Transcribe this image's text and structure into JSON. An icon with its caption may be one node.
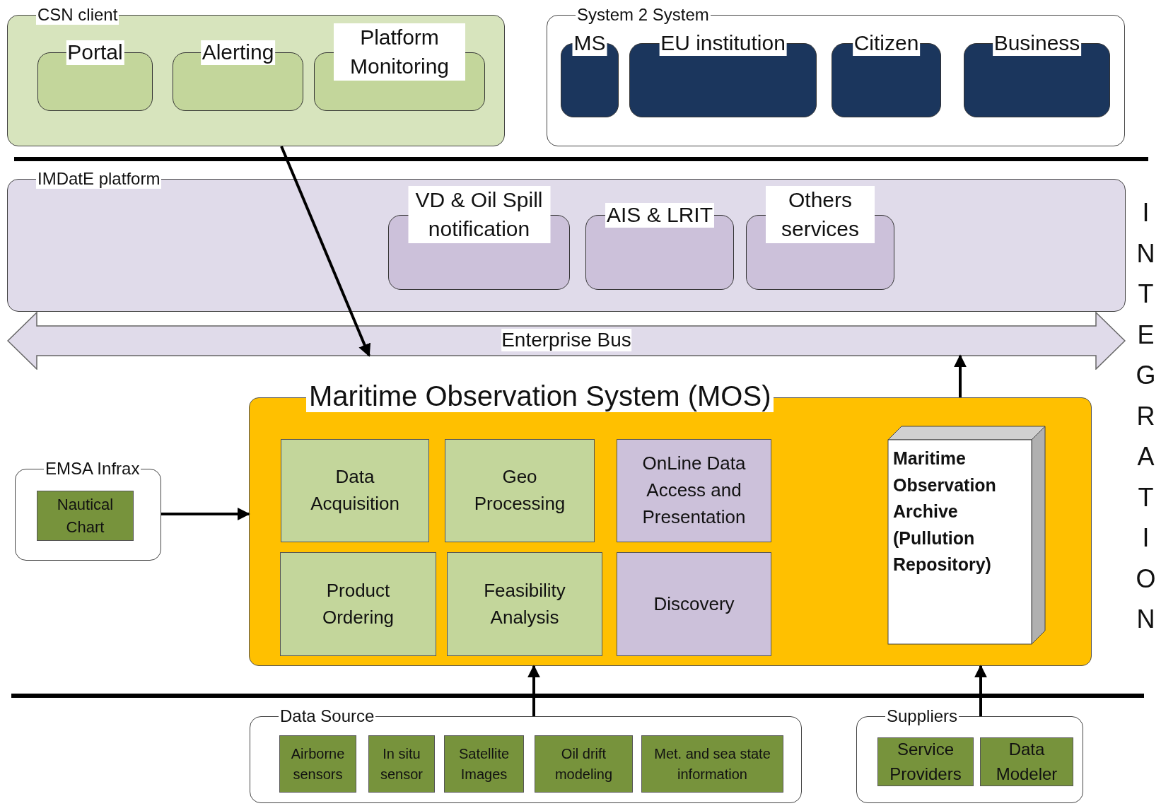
{
  "diagram": {
    "nodes": [
      {
        "text": [
          "CSN client"
        ]
      },
      {
        "text": [
          "Portal"
        ],
        "in": 0
      },
      {
        "text": [
          "Alerting"
        ],
        "in": 0
      },
      {
        "text": [
          "Platform Monitoring"
        ],
        "in": 0
      },
      {
        "text": [
          "System 2 System"
        ]
      },
      {
        "text": [
          "MS"
        ],
        "in": 4
      },
      {
        "text": [
          "EU institution"
        ],
        "in": 4
      },
      {
        "text": [
          "Citizen"
        ],
        "in": 4
      },
      {
        "text": [
          "Business"
        ],
        "in": 4
      },
      {
        "text": [
          "IMDatE platform"
        ]
      },
      {
        "text": [
          "VD & Oil Spill notification"
        ],
        "in": 9
      },
      {
        "text": [
          "AIS & LRIT"
        ],
        "in": 9
      },
      {
        "text": [
          "Others services"
        ],
        "in": 9
      },
      {
        "text": [
          "Enterprise Bus"
        ]
      },
      {
        "text": [
          "Maritime Observation System (MOS)"
        ]
      },
      {
        "text": [
          "Data Acquisition"
        ],
        "in": 14
      },
      {
        "text": [
          "Geo Processing"
        ],
        "in": 14
      },
      {
        "text": [
          "OnLine Data Access and Presentation"
        ],
        "in": 14
      },
      {
        "text": [
          "Product Ordering"
        ],
        "in": 14
      },
      {
        "text": [
          "Feasibility Analysis"
        ],
        "in": 14
      },
      {
        "text": [
          "Discovery"
        ],
        "in": 14
      },
      {
        "text": [
          "Maritime Observation Archive (Pullution Repository)"
        ],
        "in": 14
      },
      {
        "text": [
          "EMSA Infrax"
        ]
      },
      {
        "text": [
          "Nautical Chart"
        ],
        "in": 22
      },
      {
        "text": [
          "Data Source"
        ]
      },
      {
        "text": [
          "Airborne sensors"
        ],
        "in": 24
      },
      {
        "text": [
          "In situ sensor"
        ],
        "in": 24
      },
      {
        "text": [
          "Satellite Images"
        ],
        "in": 24
      },
      {
        "text": [
          "Oil drift modeling"
        ],
        "in": 24
      },
      {
        "text": [
          "Met. and sea state information"
        ],
        "in": 24
      },
      {
        "text": [
          "Suppliers"
        ]
      },
      {
        "text": [
          "Service Providers"
        ],
        "in": 30
      },
      {
        "text": [
          "Data Modeler"
        ],
        "in": 30
      }
    ],
    "edges": [
      {
        "from": 0,
        "to": 13,
        "arrow": "to"
      },
      {
        "from": 22,
        "to": 14,
        "arrow": "to"
      },
      {
        "from": 14,
        "to": 13,
        "arrow": "to"
      },
      {
        "from": 24,
        "to": 14,
        "arrow": "to"
      },
      {
        "from": 30,
        "to": 14,
        "arrow": "to"
      }
    ],
    "labels": [
      "INTEGRATION"
    ]
  }
}
